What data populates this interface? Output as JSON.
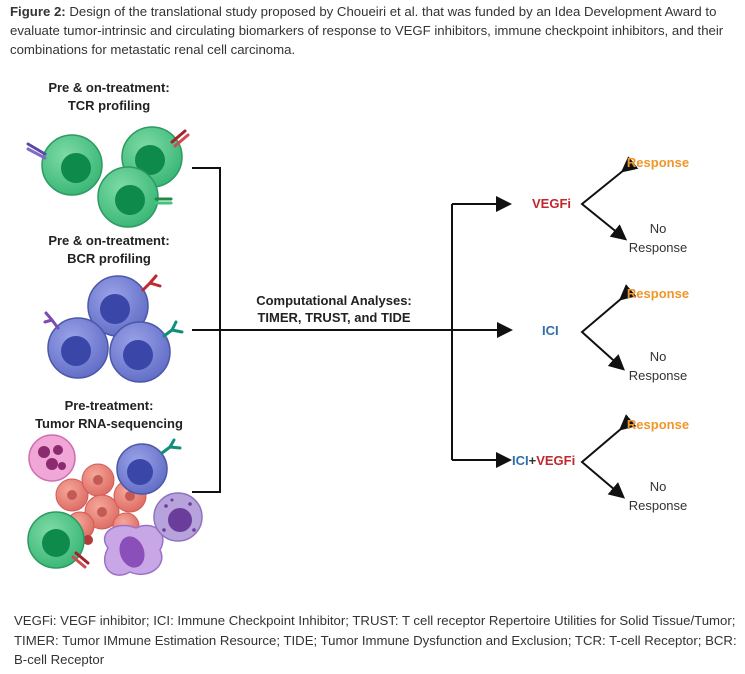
{
  "caption": {
    "label": "Figure 2:",
    "text": " Design of the translational study proposed by Choueiri et al. that was funded by an Idea Development Award to evaluate tumor-intrinsic and circulating biomarkers of response to VEGF inhibitors, immune checkpoint inhibitors, and their combinations for metastatic renal cell carcinoma."
  },
  "panels": {
    "tcr": {
      "line1": "Pre & on-treatment:",
      "line2": "TCR profiling"
    },
    "bcr": {
      "line1": "Pre & on-treatment:",
      "line2": "BCR profiling"
    },
    "rna": {
      "line1": "Pre-treatment:",
      "line2": "Tumor RNA-sequencing"
    }
  },
  "center": {
    "line1": "Computational Analyses:",
    "line2": "TIMER, TRUST, and TIDE"
  },
  "arms": {
    "vegfi": "VEGFi",
    "ici": "ICI",
    "combo_ici": "ICI",
    "combo_plus": "+",
    "combo_vegfi": "VEGFi"
  },
  "outcomes": {
    "response": "Response",
    "no": "No",
    "no_response": "Response"
  },
  "footnote": "VEGFi: VEGF inhibitor; ICI:  Immune Checkpoint Inhibitor; TRUST: T cell receptor Repertoire Utilities for Solid Tissue/Tumor; TIMER: Tumor IMmune Estimation Resource; TIDE; Tumor Immune Dysfunction and Exclusion; TCR: T-cell Receptor; BCR: B-cell Receptor",
  "colors": {
    "vegfi": "#c0282d",
    "ici": "#2f6fa8",
    "response": "#f0962a",
    "t_cell": "#3cb878",
    "b_cell": "#6470c8",
    "tumor": "#e8807a"
  }
}
